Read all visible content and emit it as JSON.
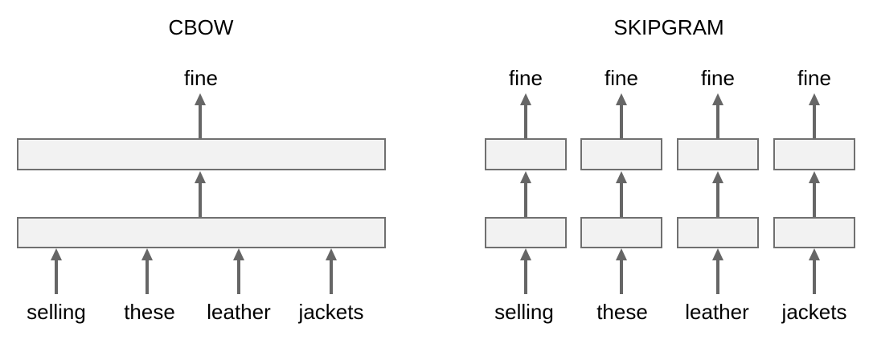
{
  "cbow": {
    "title": "CBOW",
    "output_word": "fine",
    "input_words": [
      "selling",
      "these",
      "leather",
      "jackets"
    ]
  },
  "skipgram": {
    "title": "SKIPGRAM",
    "output_words": [
      "fine",
      "fine",
      "fine",
      "fine"
    ],
    "input_words": [
      "selling",
      "these",
      "leather",
      "jackets"
    ]
  },
  "icons": {
    "arrow_up": "▲"
  },
  "colors": {
    "background": "#ffffff",
    "text": "#000000",
    "arrow": "#666666",
    "box_fill": "#f2f2f2",
    "box_border": "#707070"
  }
}
